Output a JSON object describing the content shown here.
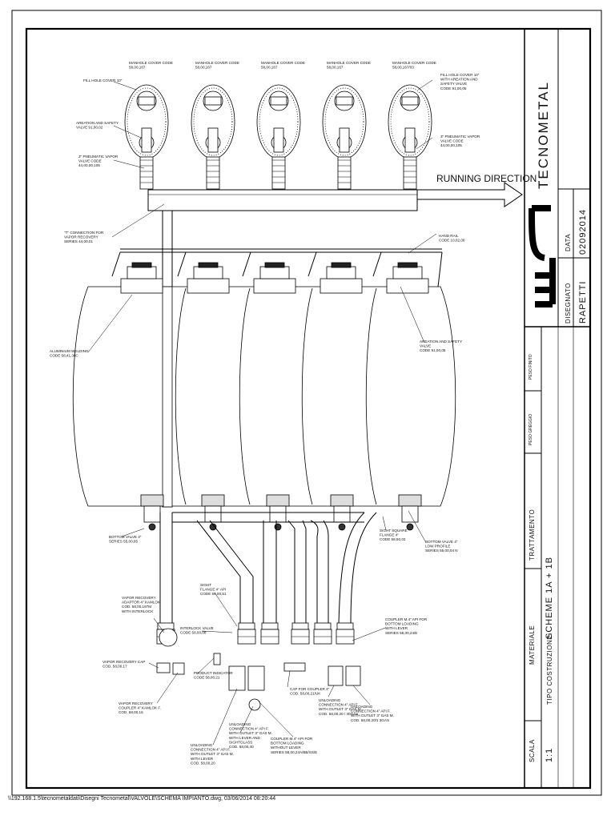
{
  "labels": {
    "manhole_covers": [
      [
        "MANHOLE COVER CODE",
        "58,00,167"
      ],
      [
        "MANHOLE COVER CODE",
        "58,00,167"
      ],
      [
        "MANHOLE COVER CODE",
        "58,00,167"
      ],
      [
        "MANHOLE COVER CODE",
        "58,00,167"
      ],
      [
        "MANHOLE COVER CODE",
        "58,00,167/03"
      ]
    ],
    "fill_hole_left": "FILL HOLE COVER 10\"",
    "fill_hole_right": [
      "FILL HOLE COVER 10\"",
      "WITH AREATION AND",
      "SAFETY VALVE",
      "CODE 91,00,05"
    ],
    "areation_safety_left": [
      "AREATION AND SAFETY",
      "VALVE 91,00,02"
    ],
    "pneumatic_left": [
      "3\" PNEUMATIC VAPOR",
      "VALVE CODE",
      "44,00,00,105"
    ],
    "pneumatic_right": [
      "3\" PNEUMATIC VAPOR",
      "VALVE CODE",
      "44,00,00,105"
    ],
    "running_direction": "RUNNING DIRECTION",
    "t_connection": [
      "\"T\" CONNECTION FOR",
      "VAPOR RECOVERY",
      "SERIES 44,00,01"
    ],
    "hand_rail": [
      "HAND RAIL",
      "CODE 10,02,08"
    ],
    "aluminium_welding": [
      "ALUMINIUM WELDING",
      "CODE 58,41,36C"
    ],
    "areation_safety_right": [
      "AREATION AND SAFETY",
      "VALVE",
      "CODE 91,00,05"
    ],
    "bottom_valve_left": [
      "BOTTOM VALVE 4\"",
      "SERIES 55,00,05"
    ],
    "bottom_valve_right": [
      "BOTTOM VALVE 4\"",
      "LOW PROFILE",
      "SERIES 55,00,04 N"
    ],
    "sight_square": [
      "SIGHT SQUARE",
      "FLANGE 4\"",
      "CODE 58,50,02"
    ],
    "sight_flange": [
      "SIGHT",
      "FLANGE 4\" API",
      "CODE 58,00,51"
    ],
    "vapor_adaptor": [
      "VAPOR RECOVERY",
      "ADAPTOR 4\" KAMLOK",
      "COD. 58,00,197M",
      "WITH INTERLOCK"
    ],
    "interlock_valve": [
      "INTERLOCK VALVE",
      "CODE 58,00,08"
    ],
    "coupler_lever": [
      "COUPLER M.4\" API FOR",
      "BOTTOM LOADING",
      "WITH LEVER",
      "SERIES 58,00,24/E"
    ],
    "vapor_cap": [
      "VAPOR RECOVERY CAP",
      "COD. 58,00,17"
    ],
    "product_indicator": [
      "PRODUCT INDICATOR",
      "CODE 58,00,21"
    ],
    "cap_coupler": [
      "CAP FOR COUPLER 4\"",
      "COD. 58,00,21/UK"
    ],
    "vapor_coupler": [
      "VAPOR RECOVERY",
      "COUPLER 4\" KAMLOK F.",
      "COD. 58,00,16"
    ],
    "unloading_1": [
      "UNLOADING",
      "CONNECTION 4\" API F.",
      "WITH OUTLET 3\" GAS M.",
      "WITH LEVER",
      "COD. 58,00,20"
    ],
    "unloading_2": [
      "UNLOADING",
      "CONNECTION 4\" API F.",
      "WITH OUTLET 3\" GAS M.",
      "WITH LEVER AND",
      "SIGHTGLASS",
      "COD. 58,00,40"
    ],
    "coupler_no_lever": [
      "COUPLER M.4\" API FOR",
      "BOTTOM LOADING",
      "WITHOUT LEVER",
      "SERIES 58,00,24A/BB/SS/E"
    ],
    "unloading_3": [
      "UNLOADING",
      "CONNECTION 4\" API F.",
      "WITH OUTLET 3\" GAS M.",
      "COD. 58,00,20 / 40GAS"
    ],
    "unloading_4": [
      "UNLOADING",
      "CONNECTION 4\" API F.",
      "WITH OUTLET 3\" GAS M.",
      "COD. 58,00,20/1 3GAS"
    ]
  },
  "title_block": {
    "company": "TECNOMETAL",
    "disegnato_label": "DISEGNATO",
    "disegnato_value": "RAPETTI",
    "data_label": "DATA",
    "data_value": "02092014",
    "peso_finito": "PESO FINITO",
    "peso_greggio": "PESO GREGGIO",
    "trattamento": "TRATTAMENTO",
    "materiale": "MATERIALE",
    "scala_label": "SCALA",
    "scala_value": "1:1",
    "tipo_label": "TIPO COSTRUZIONE:",
    "tipo_value": "SCHEME 1A + 1B"
  },
  "footer_path": "\\\\192.168.1.5\\tecnometaldati\\Disegni Tecnometal\\VALVOLE\\SCHEMA IMPIANTO.dwg, 03/06/2014 08:20:44"
}
